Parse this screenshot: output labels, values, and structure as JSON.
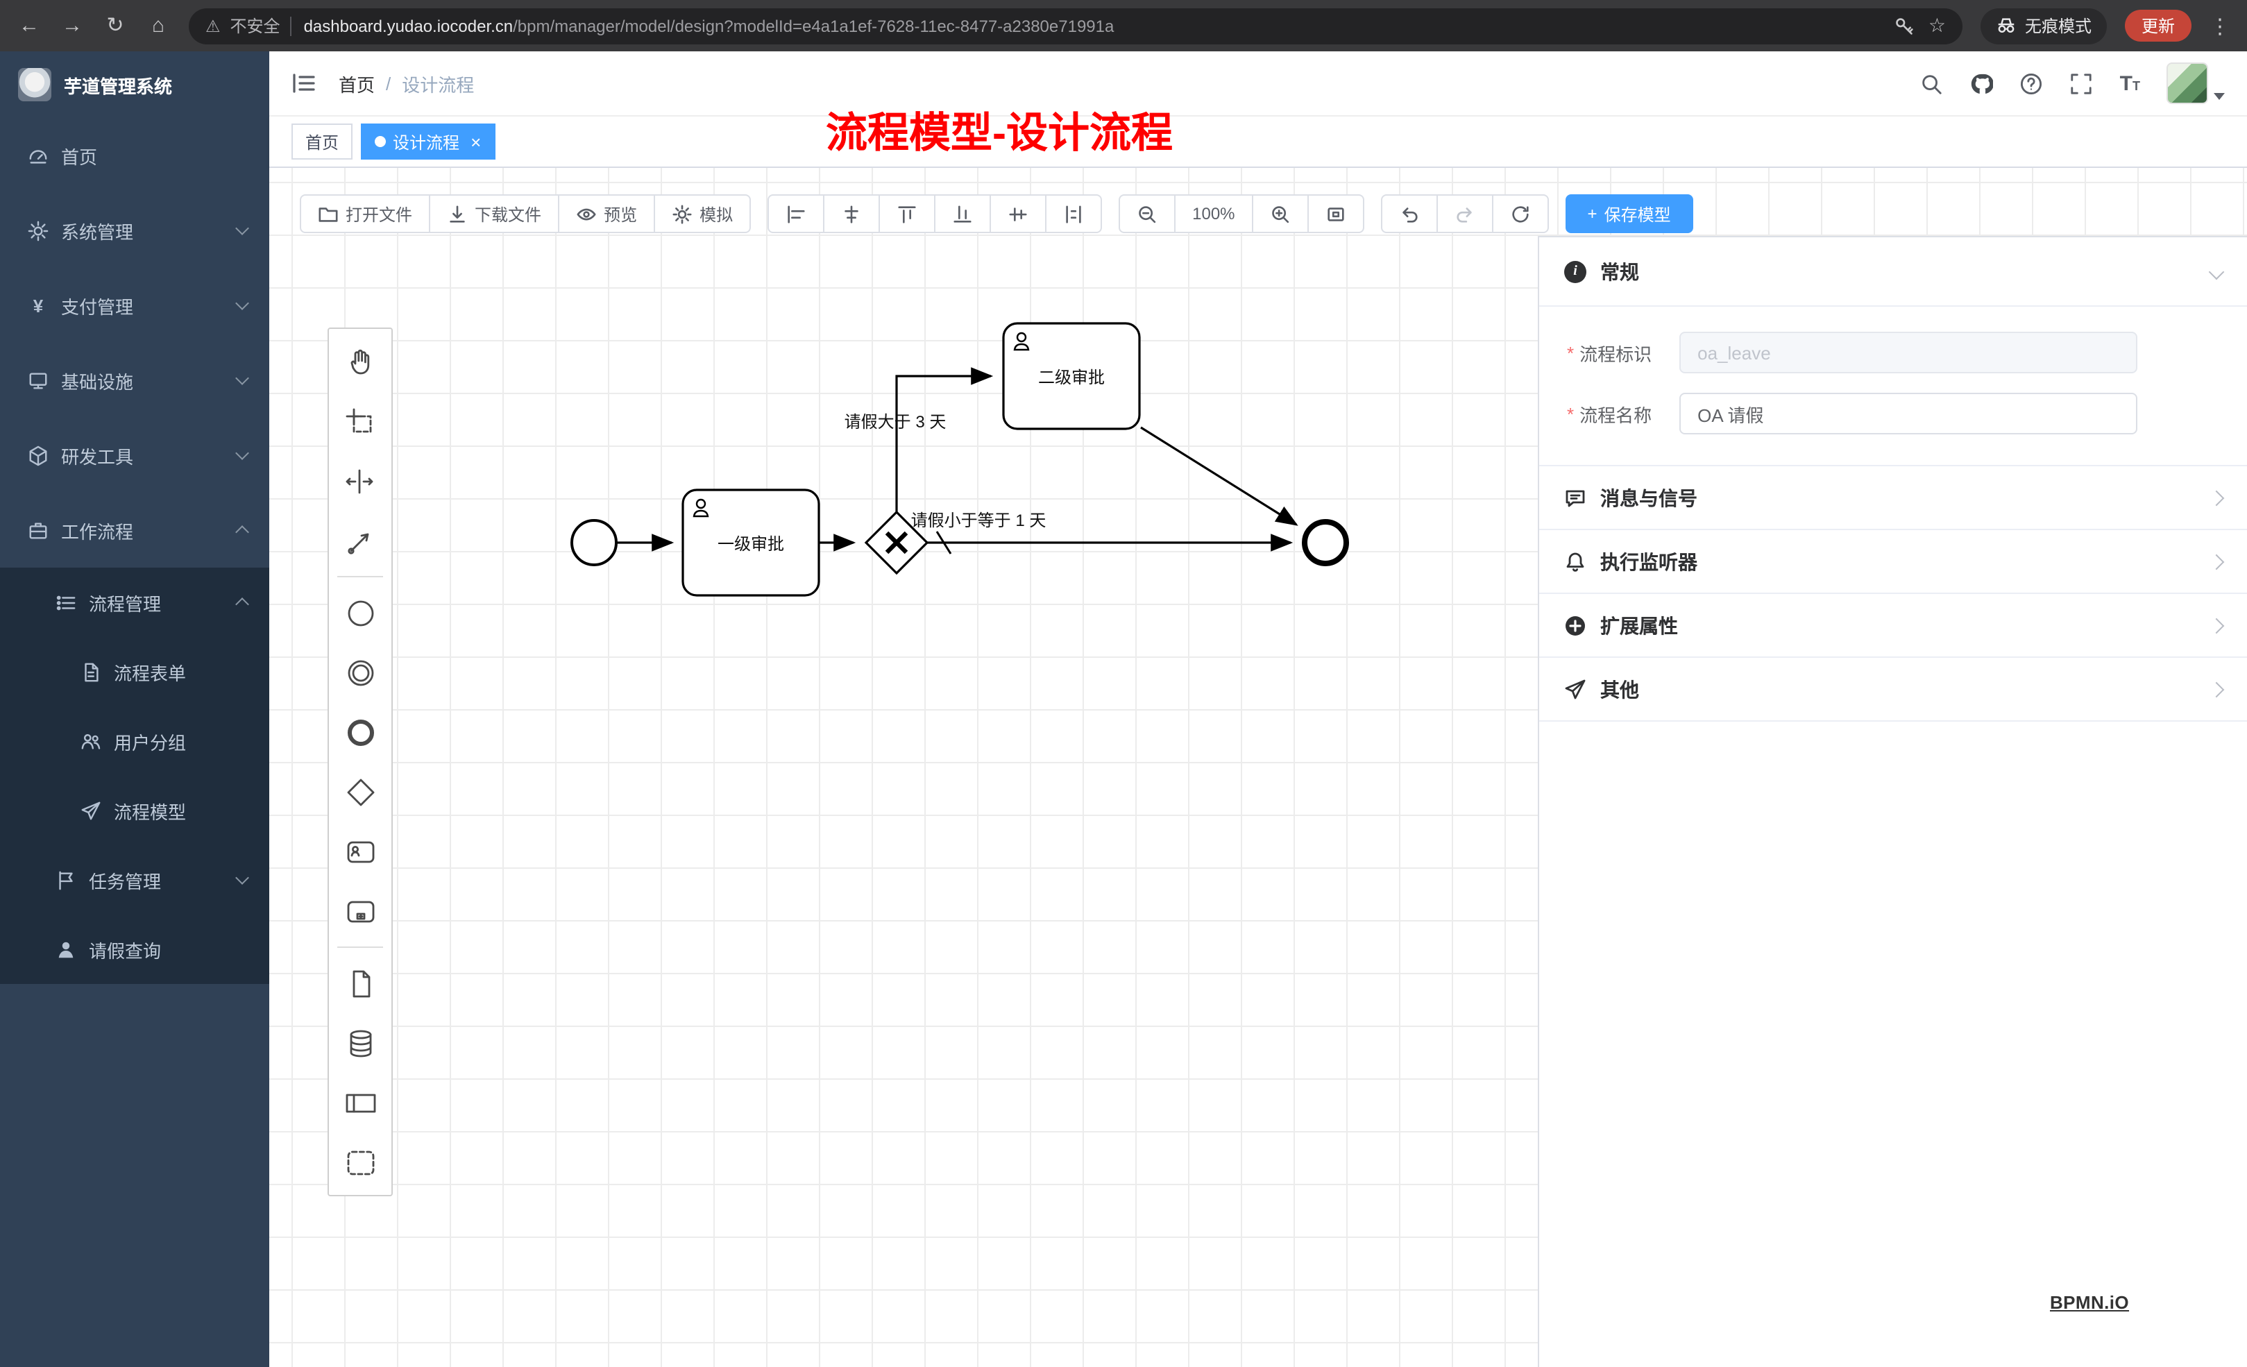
{
  "browser": {
    "back_icon": "←",
    "forward_icon": "→",
    "reload_icon": "↻",
    "home_icon": "⌂",
    "warning_icon": "⚠",
    "security_label": "不安全",
    "url_domain": "dashboard.yudao.iocoder.cn",
    "url_path": "/bpm/manager/model/design?modelId=e4a1a1ef-7628-11ec-8477-a2380e71991a",
    "star_icon": "☆",
    "incognito_label": "无痕模式",
    "update_button": "更新",
    "menu_dots_icon": "⋮"
  },
  "sidebar": {
    "app_title": "芋道管理系统",
    "items": [
      {
        "label": "首页"
      },
      {
        "label": "系统管理"
      },
      {
        "label": "支付管理"
      },
      {
        "label": "基础设施"
      },
      {
        "label": "研发工具"
      },
      {
        "label": "工作流程"
      },
      {
        "label": "流程管理"
      },
      {
        "label": "流程表单"
      },
      {
        "label": "用户分组"
      },
      {
        "label": "流程模型"
      },
      {
        "label": "任务管理"
      },
      {
        "label": "请假查询"
      }
    ],
    "payment_glyph": "¥"
  },
  "header": {
    "breadcrumb": {
      "home": "首页",
      "separator": "/",
      "current": "设计流程"
    },
    "font_icon_big": "T",
    "font_icon_small": "T"
  },
  "overlay_title": "流程模型-设计流程",
  "tags": {
    "home": "首页",
    "active": "设计流程",
    "close_glyph": "×"
  },
  "toolbar": {
    "open_file": "打开文件",
    "download_file": "下载文件",
    "preview": "预览",
    "simulate": "模拟",
    "zoom_level": "100%",
    "save_plus": "+",
    "save_model": "保存模型"
  },
  "diagram": {
    "task_level1": "一级审批",
    "task_level2": "二级审批",
    "flow_gt3": "请假大于 3 天",
    "flow_le1": "请假小于等于 1 天"
  },
  "panel": {
    "general_title": "常规",
    "info_glyph": "i",
    "required_mark": "*",
    "field_key_label": "流程标识",
    "field_key_value": "oa_leave",
    "field_name_label": "流程名称",
    "field_name_value": "OA 请假",
    "section_message": "消息与信号",
    "section_listener": "执行监听器",
    "section_ext": "扩展属性",
    "section_other": "其他"
  },
  "watermark": "BPMN.iO",
  "colors": {
    "accent_blue": "#409eff",
    "overlay_red": "#fe0000",
    "sidebar_bg": "#304156",
    "sidebar_sub_bg": "#1f2d3d"
  }
}
